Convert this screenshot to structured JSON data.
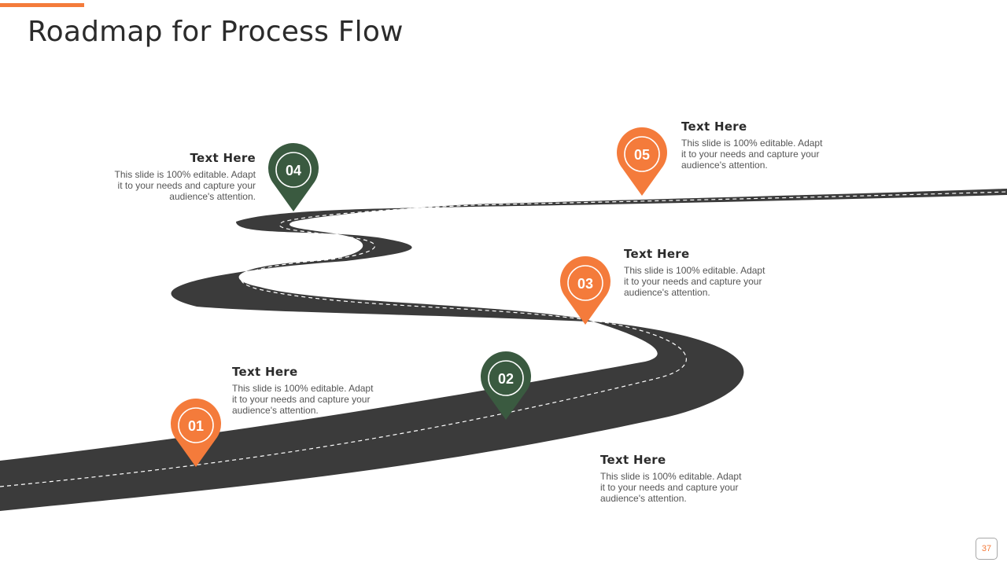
{
  "title": "Roadmap for Process Flow",
  "page_number": "37",
  "colors": {
    "accent": "#F47B3B",
    "green": "#3A5A40",
    "road": "#3B3B3B"
  },
  "milestones": [
    {
      "number": "01",
      "color": "orange",
      "heading": "Text Here",
      "text": "This slide is 100% editable. Adapt it to your needs and capture your audience's attention."
    },
    {
      "number": "02",
      "color": "green",
      "heading": "Text Here",
      "text": "This slide is 100% editable. Adapt it to your needs and capture your audience's attention."
    },
    {
      "number": "03",
      "color": "orange",
      "heading": "Text Here",
      "text": "This slide is 100% editable. Adapt it to your needs and capture your audience's attention."
    },
    {
      "number": "04",
      "color": "green",
      "heading": "Text Here",
      "text": "This slide is 100% editable. Adapt it to your needs and capture your audience's attention."
    },
    {
      "number": "05",
      "color": "orange",
      "heading": "Text Here",
      "text": "This slide is 100% editable. Adapt it to your needs and capture your audience's attention."
    }
  ]
}
